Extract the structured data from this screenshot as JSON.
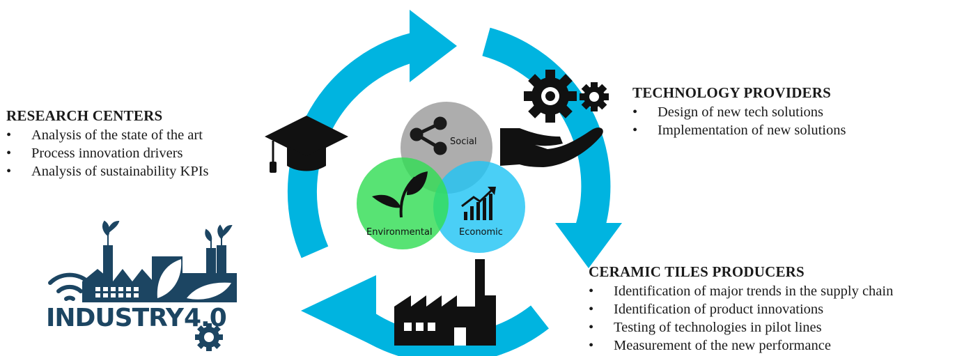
{
  "colors": {
    "cycle_arrow": "#00b4e0",
    "social": "#a6a6a6",
    "environmental": "#33dd55",
    "economic": "#22c4f4",
    "icon_dark": "#111111",
    "industry_navy": "#1c4562"
  },
  "research_centers": {
    "title": "RESEARCH CENTERS",
    "items": [
      "Analysis of the state of the art",
      "Process innovation drivers",
      "Analysis of sustainability KPIs"
    ]
  },
  "technology_providers": {
    "title": "TECHNOLOGY PROVIDERS",
    "items": [
      "Design of new tech solutions",
      "Implementation of new solutions"
    ]
  },
  "ceramic_tiles_producers": {
    "title": "CERAMIC TILES PRODUCERS",
    "items": [
      "Identification of major trends in the supply chain",
      "Identification of product innovations",
      "Testing of technologies in pilot lines",
      "Measurement of the new performance"
    ]
  },
  "venn": {
    "social": "Social",
    "environmental": "Environmental",
    "economic": "Economic"
  },
  "logo": {
    "industry": "INDUSTRY",
    "version": "4.0"
  },
  "icons": {
    "research": "graduation-cap-icon",
    "technology": "hand-gears-icon",
    "producers": "factory-icon",
    "social": "share-icon",
    "environmental": "leaf-sprout-icon",
    "economic": "growth-chart-icon"
  }
}
